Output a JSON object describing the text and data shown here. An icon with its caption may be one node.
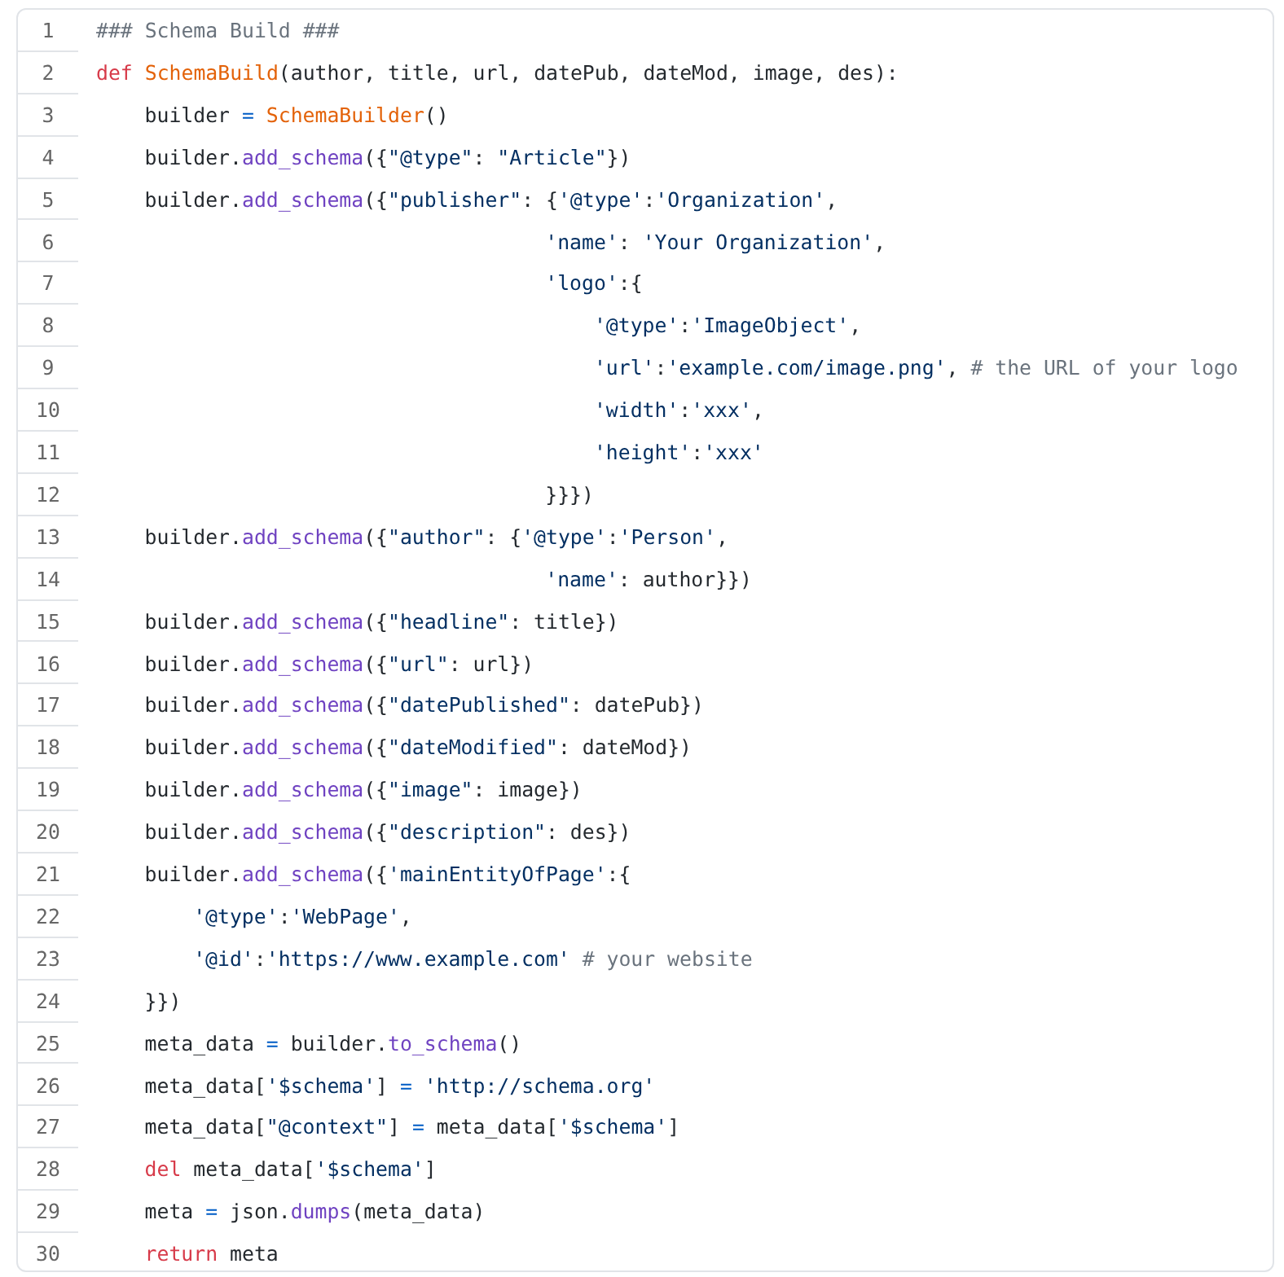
{
  "diagram": {
    "labels": [
      "1",
      "### Schema Build ###",
      "2",
      "def SchemaBuild(author, title, url, datePub, dateMod, image, des):",
      "3",
      "builder = SchemaBuilder()",
      "4",
      "builder.add_schema({\"@type\": \"Article\"})",
      "5",
      "builder.add_schema({\"publisher\": {'@type':'Organization',",
      "6",
      "'name': 'Your Organization',",
      "7",
      "'logo':{",
      "8",
      "'@type':'ImageObject',",
      "9",
      "'url':'example.com/image.png', # the URL of your logo",
      "10",
      "'width':'xxx',",
      "11",
      "'height':'xxx'",
      "12",
      "}}})",
      "13",
      "builder.add_schema({\"author\": {'@type':'Person',",
      "14",
      "'name': author}})",
      "15",
      "builder.add_schema({\"headline\": title})",
      "16",
      "builder.add_schema({\"url\": url})",
      "17",
      "builder.add_schema({\"datePublished\": datePub})",
      "18",
      "builder.add_schema({\"dateModified\": dateMod})",
      "19",
      "builder.add_schema({\"image\": image})",
      "20",
      "builder.add_schema({\"description\": des})",
      "21",
      "builder.add_schema({'mainEntityOfPage':{",
      "22",
      "'@type':'WebPage',",
      "23",
      "'@id':'https://www.example.com' # your website",
      "24",
      "}})",
      "25",
      "meta_data = builder.to_schema()",
      "26",
      "meta_data['$schema'] = 'http://schema.org'",
      "27",
      "meta_data[\"@context\"] = meta_data['$schema']",
      "28",
      "del meta_data['$schema']",
      "29",
      "meta = json.dumps(meta_data)",
      "30",
      "return meta"
    ]
  }
}
